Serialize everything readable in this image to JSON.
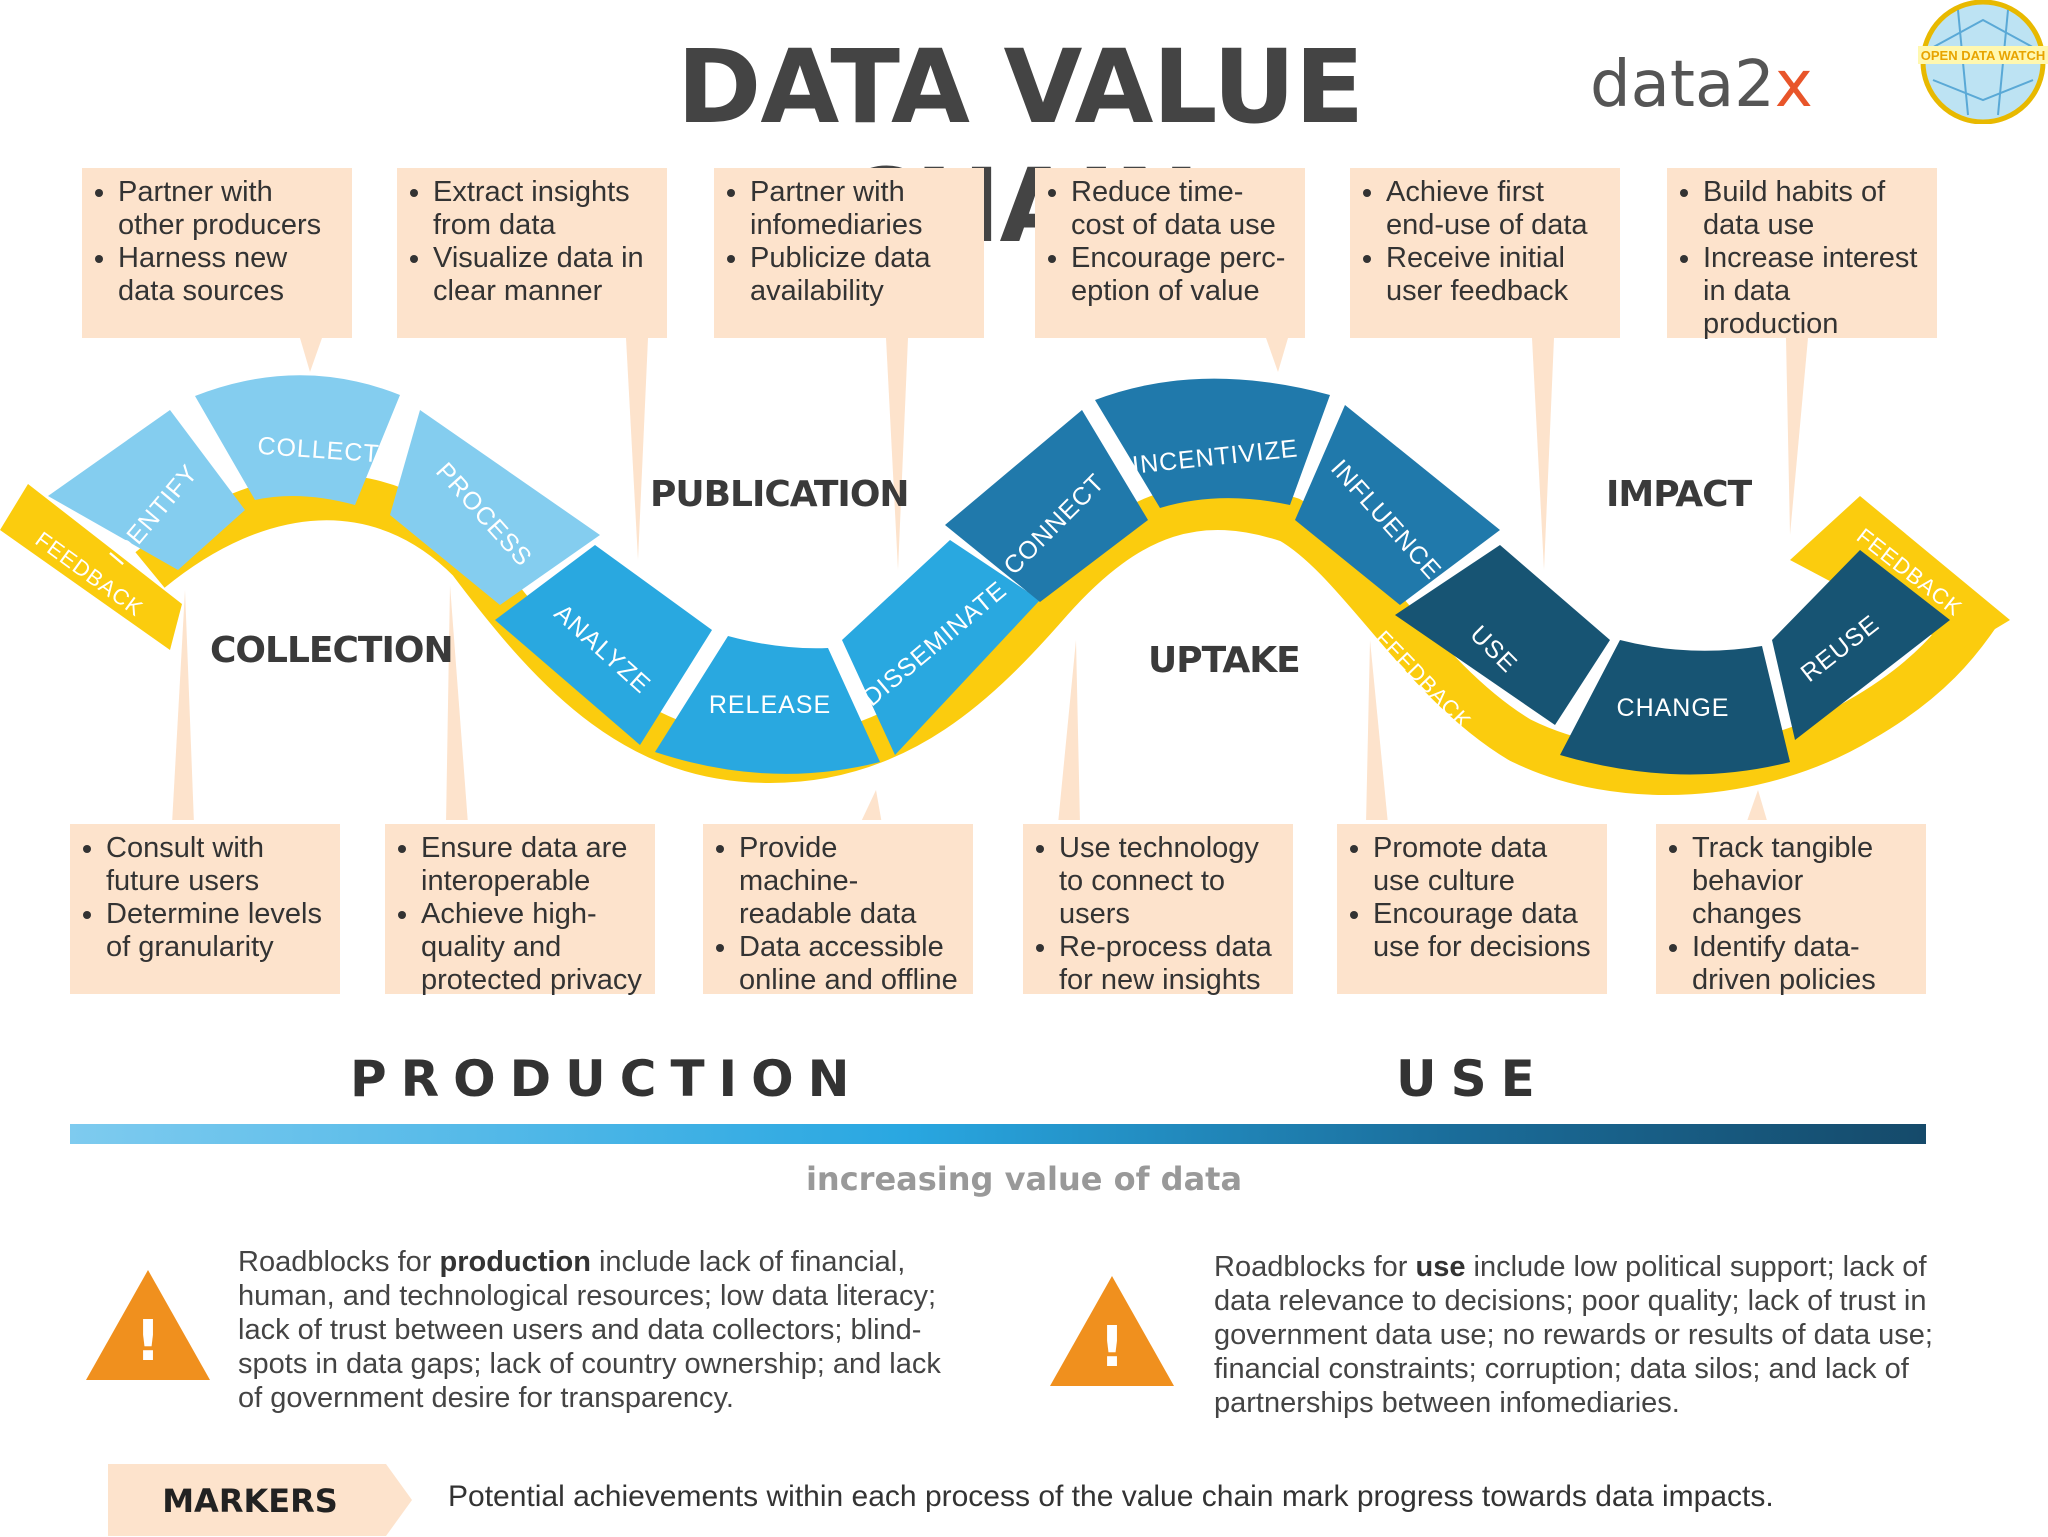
{
  "title": "DATA VALUE CHAIN",
  "brand": {
    "name_prefix": "data2",
    "name_x": "x",
    "logo_text": "OPEN DATA WATCH"
  },
  "stages": {
    "collection": "COLLECTION",
    "publication": "PUBLICATION",
    "uptake": "UPTAKE",
    "impact": "IMPACT"
  },
  "segments": [
    "IDENTIFY",
    "COLLECT",
    "PROCESS",
    "ANALYZE",
    "RELEASE",
    "DISSEMINATE",
    "CONNECT",
    "INCENTIVIZE",
    "INFLUENCE",
    "USE",
    "CHANGE",
    "REUSE"
  ],
  "feedback_label": "FEEDBACK",
  "top_boxes": [
    {
      "items": [
        "Partner with other producers",
        "Harness new data sources"
      ]
    },
    {
      "items": [
        "Extract insights from data",
        "Visualize data in clear manner"
      ]
    },
    {
      "items": [
        "Partner with infomediaries",
        "Publicize data availability"
      ]
    },
    {
      "items": [
        "Reduce time-cost of data use",
        "Encourage perc-eption of value"
      ]
    },
    {
      "items": [
        "Achieve first end-use of data",
        "Receive initial user feedback"
      ]
    },
    {
      "items": [
        "Build habits of data use",
        "Increase interest in data production"
      ]
    }
  ],
  "bottom_boxes": [
    {
      "items": [
        "Consult with future users",
        "Determine levels of granularity"
      ]
    },
    {
      "items": [
        "Ensure data are interoperable",
        "Achieve high-quality and protected privacy"
      ]
    },
    {
      "items": [
        "Provide machine-readable data",
        "Data accessible online and offline"
      ]
    },
    {
      "items": [
        "Use technology to connect to users",
        "Re-process data for new insights"
      ]
    },
    {
      "items": [
        "Promote data use culture",
        "Encourage data use for decisions"
      ]
    },
    {
      "items": [
        "Track tangible behavior changes",
        "Identify data-driven policies"
      ]
    }
  ],
  "axis": {
    "production": "PRODUCTION",
    "use": "USE",
    "caption": "increasing value of data"
  },
  "roadblocks": {
    "production": {
      "pre": "Roadblocks for ",
      "bold": "production",
      "post": " include lack of financial, human, and technological resources; low data literacy; lack of trust between users and data collectors; blind-spots in data gaps; lack of country ownership; and lack of government desire for transparency."
    },
    "use": {
      "pre": "Roadblocks for ",
      "bold": "use",
      "post": " include low political support; lack of data relevance to decisions; poor quality; lack of trust in government data use; no rewards or results of data use; financial constraints; corruption; data silos; and lack of partnerships between infomediaries."
    }
  },
  "warning_symbol": "!",
  "markers": {
    "label": "MARKERS",
    "text": "Potential achievements within each process of the value chain mark progress towards data impacts."
  },
  "colors": {
    "light_blue": "#84cdef",
    "mid_blue": "#29a8e0",
    "dark_blue": "#2079ab",
    "navy": "#175473",
    "yellow": "#fbcc0e",
    "peach": "#fde3cc",
    "orange": "#f0901e"
  }
}
